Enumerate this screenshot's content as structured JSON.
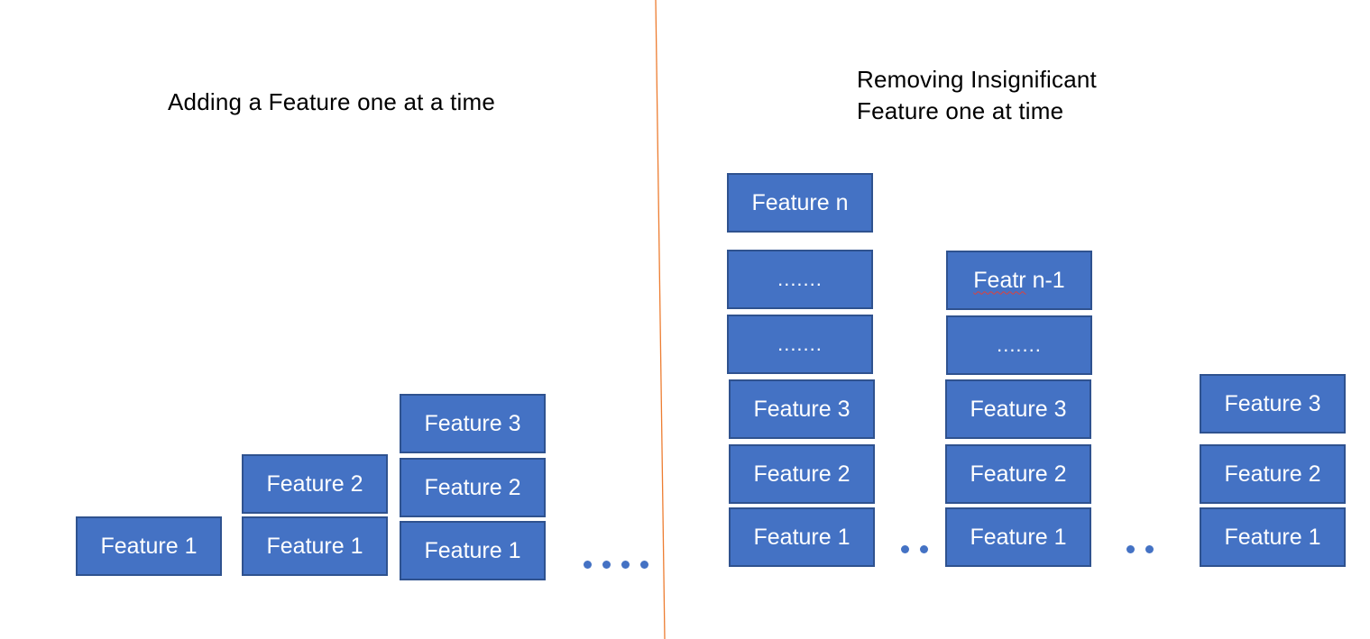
{
  "left_title": "Adding a Feature one at a time",
  "right_title": [
    "Removing Insignificant",
    "Feature one at time"
  ],
  "labels": {
    "feature_1": "Feature 1",
    "feature_2": "Feature 2",
    "feature_3": "Feature 3",
    "feature_n": "Feature n",
    "featr_n_minus_1_word": "Featr",
    "featr_n_minus_1_rest": " n-1",
    "dots": "......."
  },
  "colors": {
    "box_fill": "#4472c4",
    "box_border": "#2f528f",
    "divider": "#ed7d31"
  }
}
